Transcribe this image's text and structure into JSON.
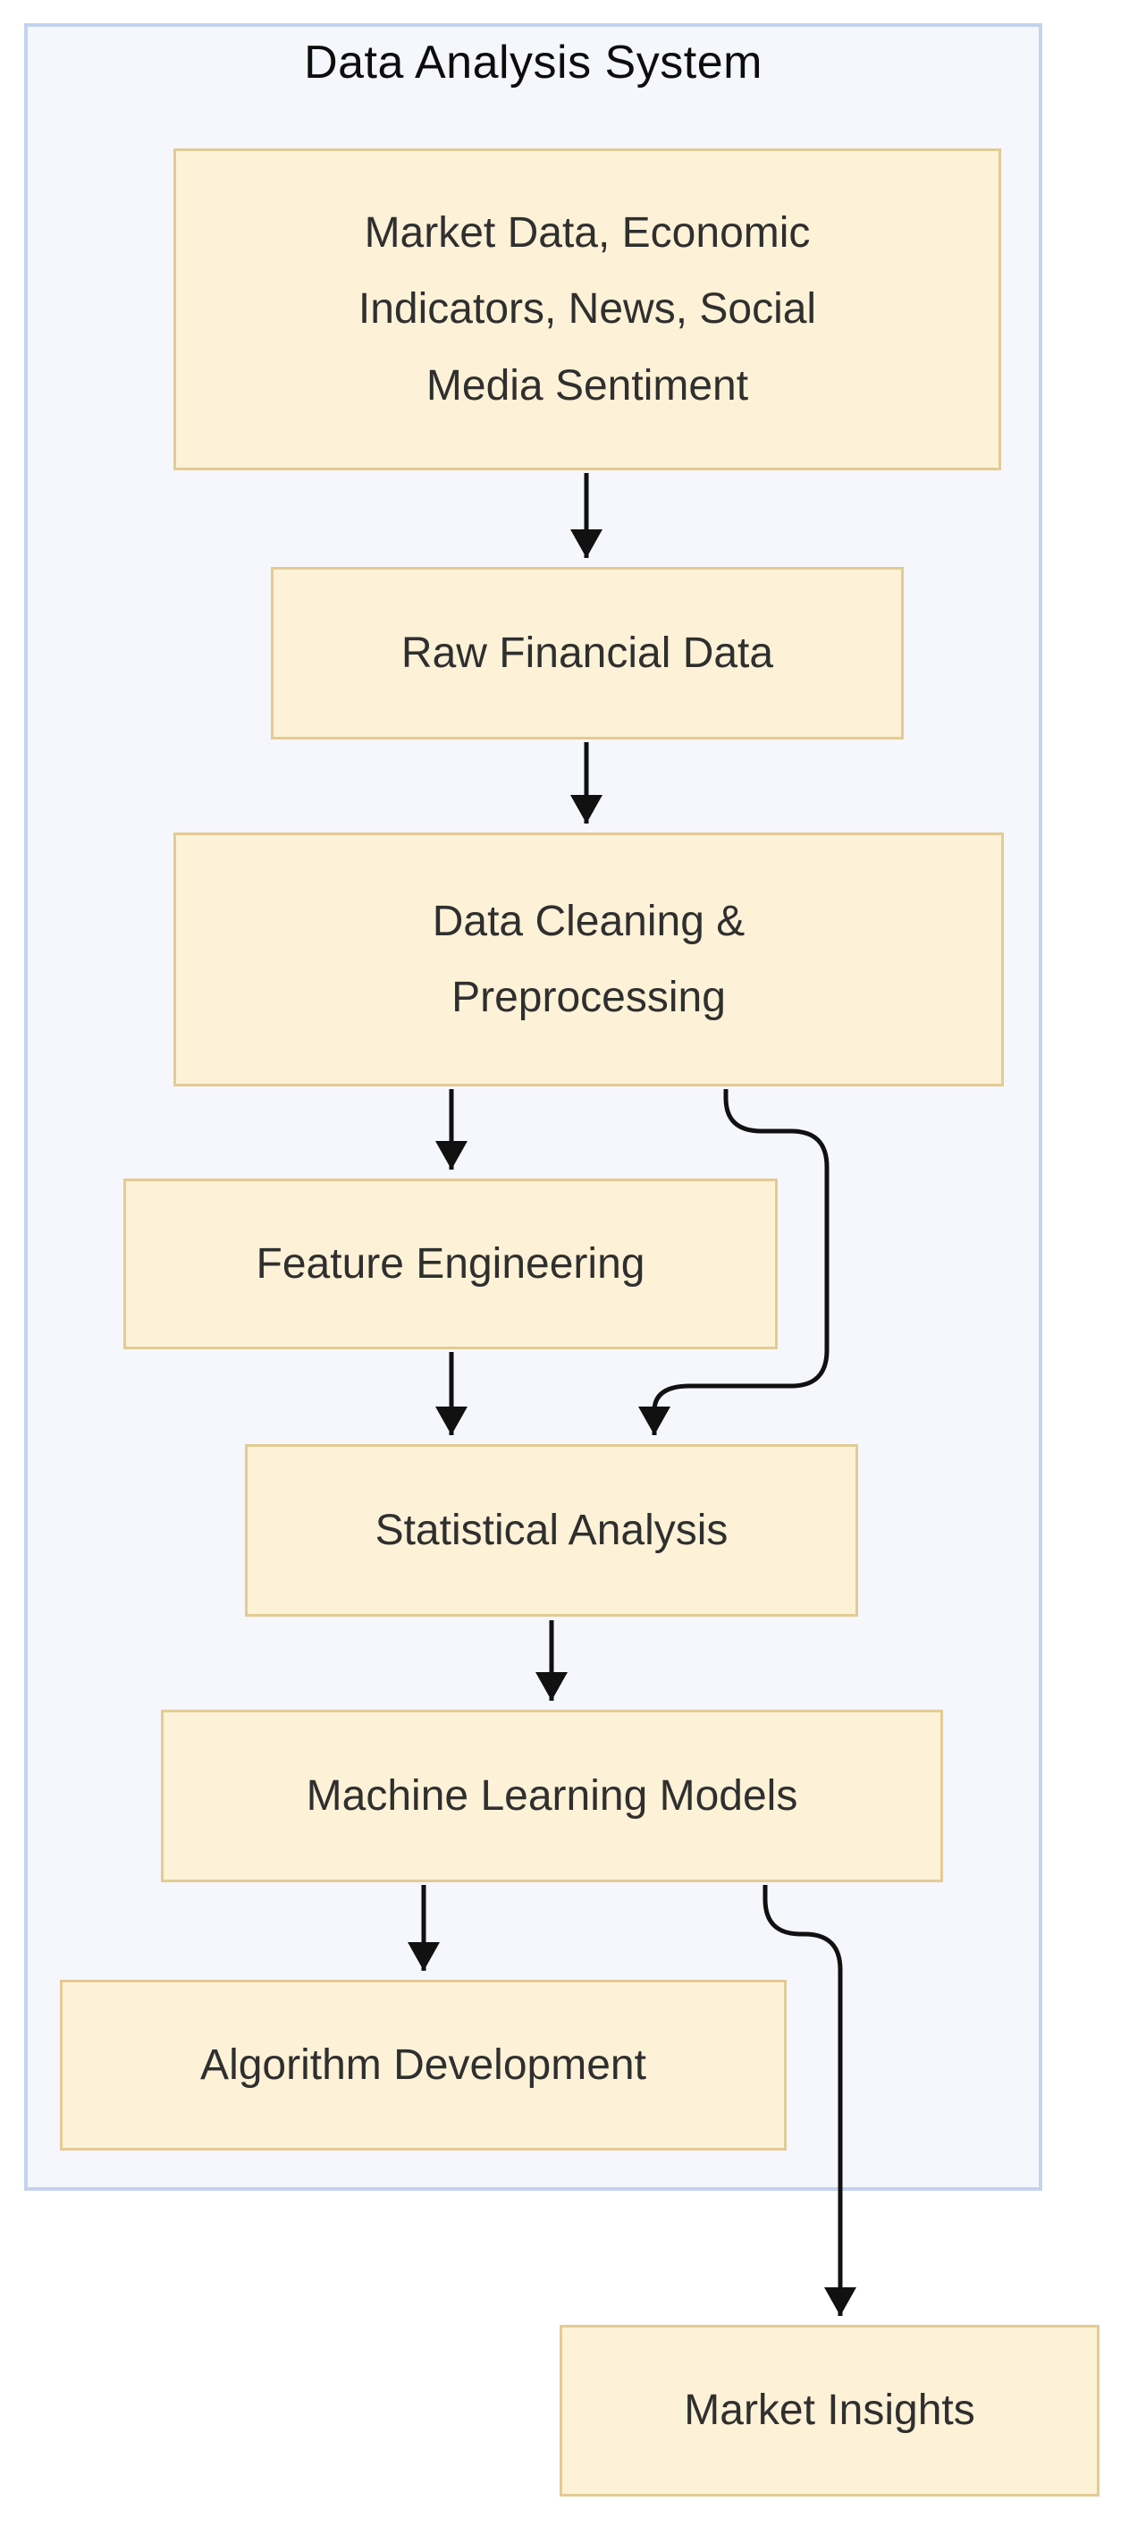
{
  "diagram": {
    "title": "Data Analysis System",
    "nodes": [
      {
        "id": "A",
        "label": "Market Data, Economic\nIndicators, News, Social\nMedia Sentiment"
      },
      {
        "id": "B",
        "label": "Raw Financial Data"
      },
      {
        "id": "C",
        "label": "Data Cleaning &\nPreprocessing"
      },
      {
        "id": "D",
        "label": "Feature Engineering"
      },
      {
        "id": "E",
        "label": "Statistical Analysis"
      },
      {
        "id": "F",
        "label": "Machine Learning Models"
      },
      {
        "id": "G",
        "label": "Algorithm Development"
      },
      {
        "id": "H",
        "label": "Market Insights"
      }
    ],
    "edges": [
      {
        "from": "A",
        "to": "B"
      },
      {
        "from": "B",
        "to": "C"
      },
      {
        "from": "C",
        "to": "D"
      },
      {
        "from": "C",
        "to": "E"
      },
      {
        "from": "D",
        "to": "E"
      },
      {
        "from": "E",
        "to": "F"
      },
      {
        "from": "F",
        "to": "G"
      },
      {
        "from": "F",
        "to": "H"
      }
    ],
    "colors": {
      "node_fill": "#fdf2d7",
      "node_border": "#e4cb94",
      "node_text": "#2f2f2f",
      "container_fill": "#f5f7fd",
      "container_border": "#c3d3ee",
      "edge_stroke": "#111111",
      "title_text": "#0d0d0d",
      "page_background": "#ffffff"
    }
  }
}
